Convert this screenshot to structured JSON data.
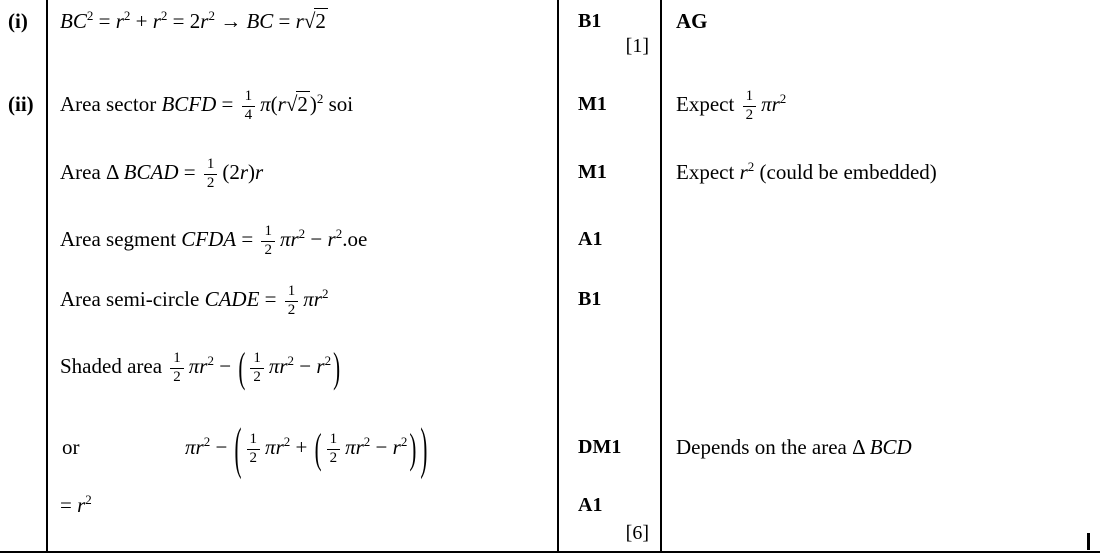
{
  "colors": {
    "paper": "#ffffff",
    "ink": "#000000"
  },
  "parts": [
    {
      "label": "(i)"
    },
    {
      "label": "(ii)"
    }
  ],
  "work_lines": {
    "i1": {
      "tokens": [
        [
          "i",
          "BC"
        ],
        [
          "s",
          "2"
        ],
        [
          "r",
          " = "
        ],
        [
          "i",
          "r"
        ],
        [
          "s",
          "2"
        ],
        [
          "r",
          " + "
        ],
        [
          "i",
          "r"
        ],
        [
          "s",
          "2"
        ],
        [
          "r",
          " = 2"
        ],
        [
          "i",
          "r"
        ],
        [
          "s",
          "2"
        ],
        [
          "r",
          " → "
        ],
        [
          "i",
          "BC"
        ],
        [
          "r",
          " = "
        ],
        [
          "i",
          "r"
        ],
        [
          "rt",
          "2"
        ]
      ]
    },
    "ii1": {
      "tokens": [
        [
          "r",
          "Area sector "
        ],
        [
          "i",
          "BCFD"
        ],
        [
          "r",
          " = "
        ],
        [
          "f",
          "1",
          "4"
        ],
        [
          "i",
          "π"
        ],
        [
          "r",
          "("
        ],
        [
          "i",
          "r"
        ],
        [
          "rt",
          "2"
        ],
        [
          "r",
          ")"
        ],
        [
          "s",
          "2"
        ],
        [
          "r",
          " soi"
        ]
      ]
    },
    "ii2": {
      "tokens": [
        [
          "r",
          "Area Δ "
        ],
        [
          "i",
          "BCAD"
        ],
        [
          "r",
          " = "
        ],
        [
          "f",
          "1",
          "2"
        ],
        [
          "r",
          "(2"
        ],
        [
          "i",
          "r"
        ],
        [
          "r",
          ")"
        ],
        [
          "i",
          "r"
        ]
      ]
    },
    "ii3": {
      "tokens": [
        [
          "r",
          "Area segment "
        ],
        [
          "i",
          "CFDA"
        ],
        [
          "r",
          " = "
        ],
        [
          "f",
          "1",
          "2"
        ],
        [
          "i",
          "πr"
        ],
        [
          "s",
          "2"
        ],
        [
          "r",
          " − "
        ],
        [
          "i",
          "r"
        ],
        [
          "s",
          "2"
        ],
        [
          "r",
          ".oe"
        ]
      ]
    },
    "ii4": {
      "tokens": [
        [
          "r",
          "Area semi-circle "
        ],
        [
          "i",
          "CADE"
        ],
        [
          "r",
          " = "
        ],
        [
          "f",
          "1",
          "2"
        ],
        [
          "i",
          "πr"
        ],
        [
          "s",
          "2"
        ]
      ]
    },
    "ii5": {
      "tokens": [
        [
          "r",
          "Shaded area "
        ],
        [
          "f",
          "1",
          "2"
        ],
        [
          "i",
          "πr"
        ],
        [
          "s",
          "2"
        ],
        [
          "r",
          " − "
        ],
        [
          "bp",
          "(",
          "1"
        ],
        [
          "f",
          "1",
          "2"
        ],
        [
          "i",
          "πr"
        ],
        [
          "s",
          "2"
        ],
        [
          "r",
          " − "
        ],
        [
          "i",
          "r"
        ],
        [
          "s",
          "2"
        ],
        [
          "bp",
          ")",
          "1"
        ]
      ]
    },
    "ii6_or": {
      "tokens": [
        [
          "r",
          "or"
        ]
      ]
    },
    "ii6": {
      "tokens": [
        [
          "i",
          "πr"
        ],
        [
          "s",
          "2"
        ],
        [
          "r",
          " − "
        ],
        [
          "bp",
          "(",
          "2"
        ],
        [
          "f",
          "1",
          "2"
        ],
        [
          "i",
          "πr"
        ],
        [
          "s",
          "2"
        ],
        [
          "r",
          " + "
        ],
        [
          "bp",
          "(",
          "1"
        ],
        [
          "f",
          "1",
          "2"
        ],
        [
          "i",
          "πr"
        ],
        [
          "s",
          "2"
        ],
        [
          "r",
          " − "
        ],
        [
          "i",
          "r"
        ],
        [
          "s",
          "2"
        ],
        [
          "bp",
          ")",
          "1"
        ],
        [
          "bp",
          ")",
          "2"
        ]
      ]
    },
    "ii7": {
      "tokens": [
        [
          "r",
          "= "
        ],
        [
          "i",
          "r"
        ],
        [
          "s",
          "2"
        ]
      ]
    }
  },
  "marks": {
    "i1": "B1",
    "i_total": "[1]",
    "ii1": "M1",
    "ii2": "M1",
    "ii3": "A1",
    "ii4": "B1",
    "ii6": "DM1",
    "ii7": "A1",
    "ii_total": "[6]"
  },
  "comments": {
    "i1": {
      "tokens": [
        [
          "b",
          "AG"
        ]
      ]
    },
    "ii1": {
      "tokens": [
        [
          "r",
          "Expect "
        ],
        [
          "f",
          "1",
          "2"
        ],
        [
          "i",
          "πr"
        ],
        [
          "s",
          "2"
        ]
      ]
    },
    "ii2": {
      "tokens": [
        [
          "r",
          "Expect "
        ],
        [
          "i",
          "r"
        ],
        [
          "s",
          "2"
        ],
        [
          "r",
          " (could be embedded)"
        ]
      ]
    },
    "ii6": {
      "tokens": [
        [
          "r",
          "Depends on the area Δ "
        ],
        [
          "i",
          "BCD"
        ]
      ]
    }
  }
}
